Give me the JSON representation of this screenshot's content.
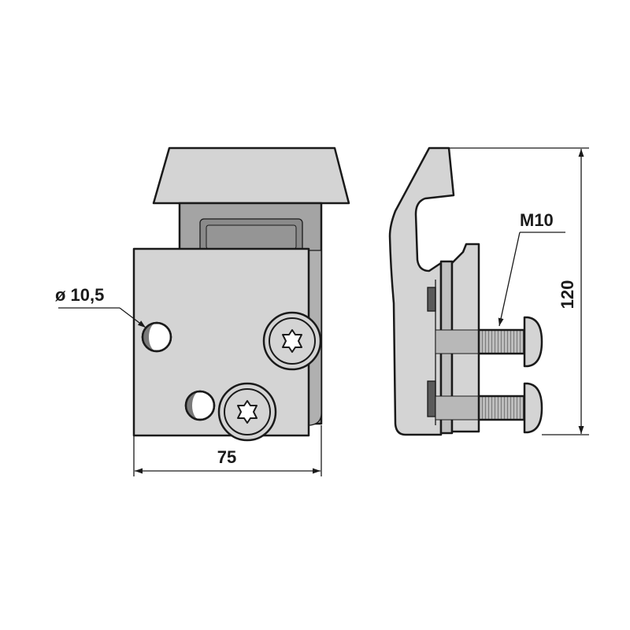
{
  "dimensions": {
    "width": "75",
    "height": "120",
    "hole_diameter": "ø 10,5",
    "thread": "M10"
  },
  "colors": {
    "part_fill": "#d4d4d4",
    "dark_fill": "#9c9c9c",
    "line": "#1a1a1a",
    "background": "#ffffff"
  }
}
